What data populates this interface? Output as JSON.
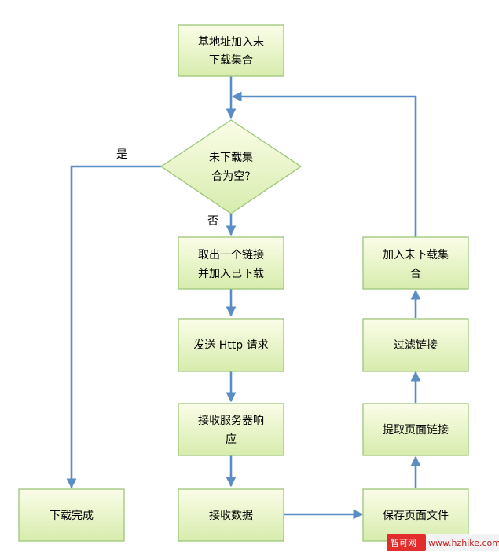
{
  "nodes": {
    "start": [
      "基地址加入未",
      "下载集合"
    ],
    "decision": [
      "未下载集",
      "合为空?"
    ],
    "take": [
      "取出一个链接",
      "并加入已下载"
    ],
    "send": [
      "发送 Http 请求"
    ],
    "receive": [
      "接收服务器响",
      "应"
    ],
    "recv_data": [
      "接收数据"
    ],
    "save": [
      "保存页面文件"
    ],
    "extract": [
      "提取页面链接"
    ],
    "filter": [
      "过滤链接"
    ],
    "add": [
      "加入未下载集",
      "合"
    ],
    "done": [
      "下载完成"
    ]
  },
  "edge_labels": {
    "yes": "是",
    "no": "否"
  },
  "watermark": {
    "site": "智可网",
    "url": "www.hzhike.com"
  },
  "colors": {
    "node_fill_top": "#fbfde8",
    "node_fill_bottom": "#d7ecad",
    "node_stroke": "#9dc57a",
    "edge": "#5a8dc4"
  }
}
